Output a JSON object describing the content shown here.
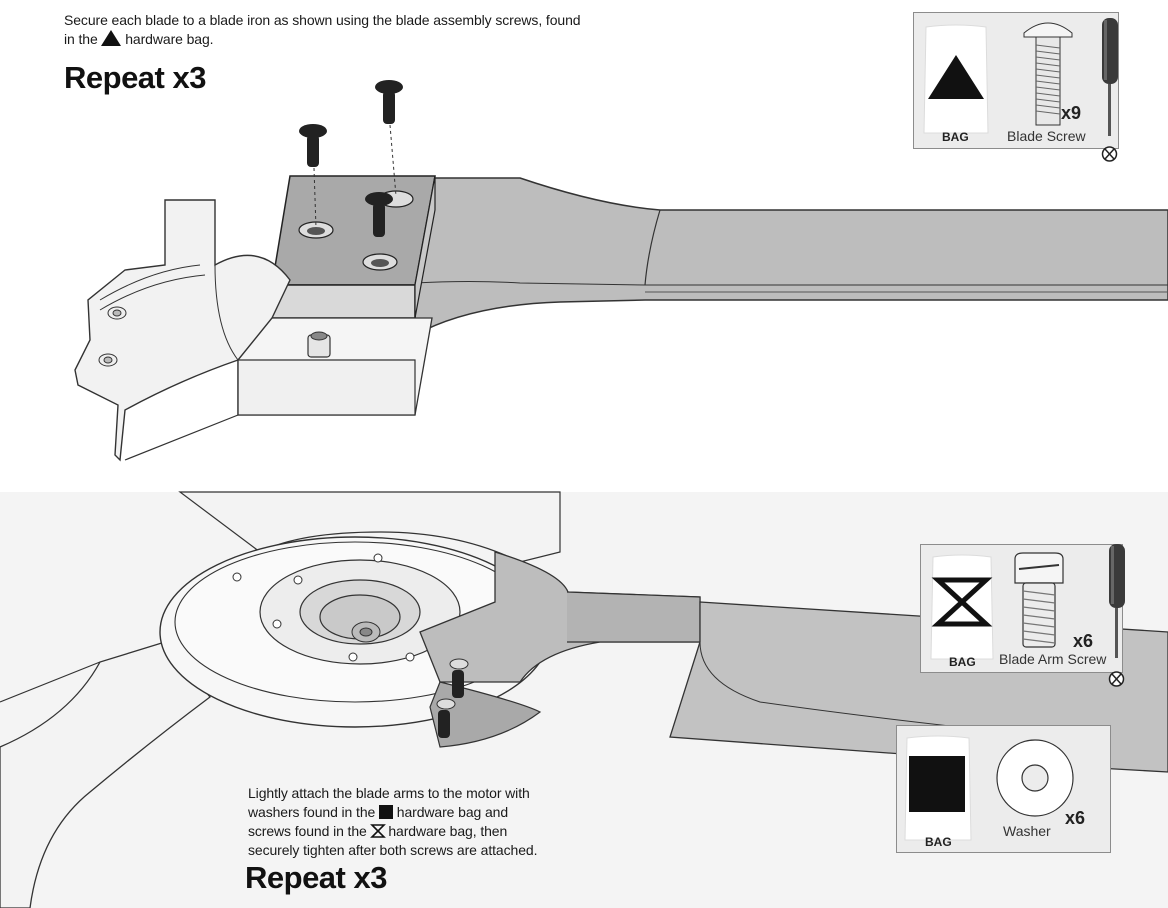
{
  "step1": {
    "line1": "Secure each blade to a blade iron as shown using the blade assembly screws, found",
    "line2_pre": "in the",
    "line2_post": "hardware bag.",
    "repeat": "Repeat x3",
    "hardware": {
      "bag_label": "BAG",
      "bag_icon": "triangle-icon",
      "part_label": "Blade Screw",
      "quantity": "x9",
      "tool_icon": "phillips-screwdriver-icon"
    }
  },
  "step2": {
    "line1": "Lightly attach the blade arms to the motor with",
    "line2_pre": "washers found in the",
    "line2_post": "hardware bag and",
    "line3_pre": "screws found in the",
    "line3_post": "hardware bag, then",
    "line4": "securely tighten after both screws are attached.",
    "repeat": "Repeat x3",
    "hardware_screw": {
      "bag_label": "BAG",
      "bag_icon": "hourglass-icon",
      "part_label": "Blade Arm Screw",
      "quantity": "x6",
      "tool_icon": "phillips-screwdriver-icon"
    },
    "hardware_washer": {
      "bag_label": "BAG",
      "bag_icon": "square-icon",
      "part_label": "Washer",
      "quantity": "x6"
    }
  }
}
